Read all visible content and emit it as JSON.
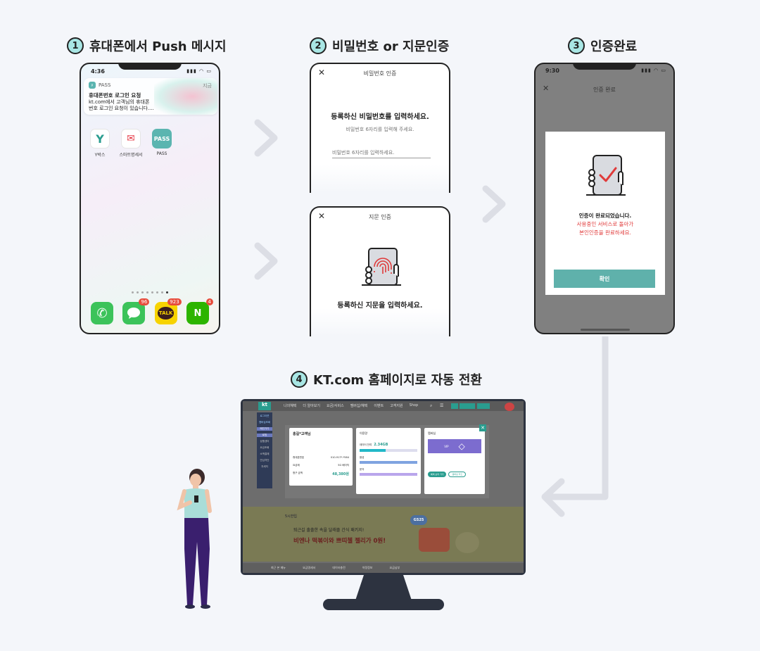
{
  "steps": [
    {
      "num": "1",
      "label": "휴대폰에서 Push 메시지"
    },
    {
      "num": "2",
      "label": "비밀번호 or 지문인증"
    },
    {
      "num": "3",
      "label": "인증완료"
    },
    {
      "num": "4",
      "label": "KT.com 홈페이지로 자동 전환"
    }
  ],
  "phone1": {
    "time": "4:36",
    "notification": {
      "app": "PASS",
      "when": "지금",
      "title": "휴대폰번호 로그인 요청",
      "line1": "kt.com에서 고객님의 휴대폰",
      "line2": "번호 로그인 요청이 있습니다...."
    },
    "apps": [
      {
        "label": "Y박스",
        "icon": "Y",
        "color": "#ffffff",
        "text_color": "#2a9d8f"
      },
      {
        "label": "스마트명세서",
        "icon": "✉",
        "color": "#ffffff",
        "text_color": "#e63946"
      },
      {
        "label": "PASS",
        "icon": "PASS",
        "color": "#5bb5b0",
        "text_color": "#ffffff"
      }
    ],
    "dock": [
      {
        "name": "phone-app-icon",
        "glyph": "✆",
        "color": "#3cc35a",
        "badge": ""
      },
      {
        "name": "messages-app-icon",
        "glyph": "●",
        "color": "#3cc35a",
        "badge": "96"
      },
      {
        "name": "kakaotalk-app-icon",
        "glyph": "TALK",
        "color": "#f7d300",
        "badge": "923"
      },
      {
        "name": "naver-app-icon",
        "glyph": "N",
        "color": "#2db400",
        "badge": "4"
      }
    ]
  },
  "password_card": {
    "header": "비밀번호 인증",
    "title": "등록하신 비밀번호를 입력하세요.",
    "subtitle": "비밀번호 6자리를 입력해 주세요.",
    "placeholder": "비밀번호 6자리를 입력하세요."
  },
  "fingerprint_card": {
    "header": "지문 인증",
    "title": "등록하신 지문을 입력하세요."
  },
  "phone3": {
    "time": "9:30",
    "header": "인증 완료",
    "message": "인증이 완료되었습니다.",
    "notice_line1": "사용중인 서비스로 돌아가",
    "notice_line2": "본인인증을 완료하세요.",
    "button": "확인"
  },
  "website": {
    "logo": "kt",
    "nav": [
      "나의혜택",
      "더 알아보기",
      "요금/서비스",
      "멤버십/혜택",
      "이벤트",
      "고객지원",
      "Shop"
    ],
    "sidebar": [
      "로그아웃",
      "멤버십조회",
      "메인가기",
      "로밍",
      "상품센터",
      "요금조회",
      "소액결제",
      "안심차단",
      "자세히"
    ],
    "popup_customer": {
      "name": "홍길*고객님",
      "row1_label": "휴대폰번호",
      "row1_value": "010-917*-*584",
      "row2_label": "요금제",
      "row2_value": "5G 베이직",
      "row3_label": "청구 금액",
      "row3_value": "48,380원"
    },
    "popup_usage": {
      "title": "이용량",
      "data_label": "데이터 잔여",
      "data_value": "2.34GB",
      "voice_label": "음성",
      "sms_label": "문자"
    },
    "popup_membership": {
      "title": "멤버십",
      "grade": "VIP",
      "btn1": "혜택 보러 가기",
      "btn2": "멤버십 카드"
    },
    "banner_tag": "5시한입",
    "banner_line1": "퇴근길 출출한 속을 달래줄 간식 패키지!",
    "banner_line2": "비엔나 떡볶이와 쁘띠첼 젤리가 0원!",
    "banner_brand": "GS25",
    "footer": [
      "최근 본 메뉴",
      "요금명세서",
      "데이터충전",
      "약정정보",
      "요금납부"
    ]
  },
  "colors": {
    "accent": "#5fb1ab",
    "step_circle": "#a8e6e4",
    "arrow": "#dcdee5",
    "alert_red": "#e03a3a"
  }
}
